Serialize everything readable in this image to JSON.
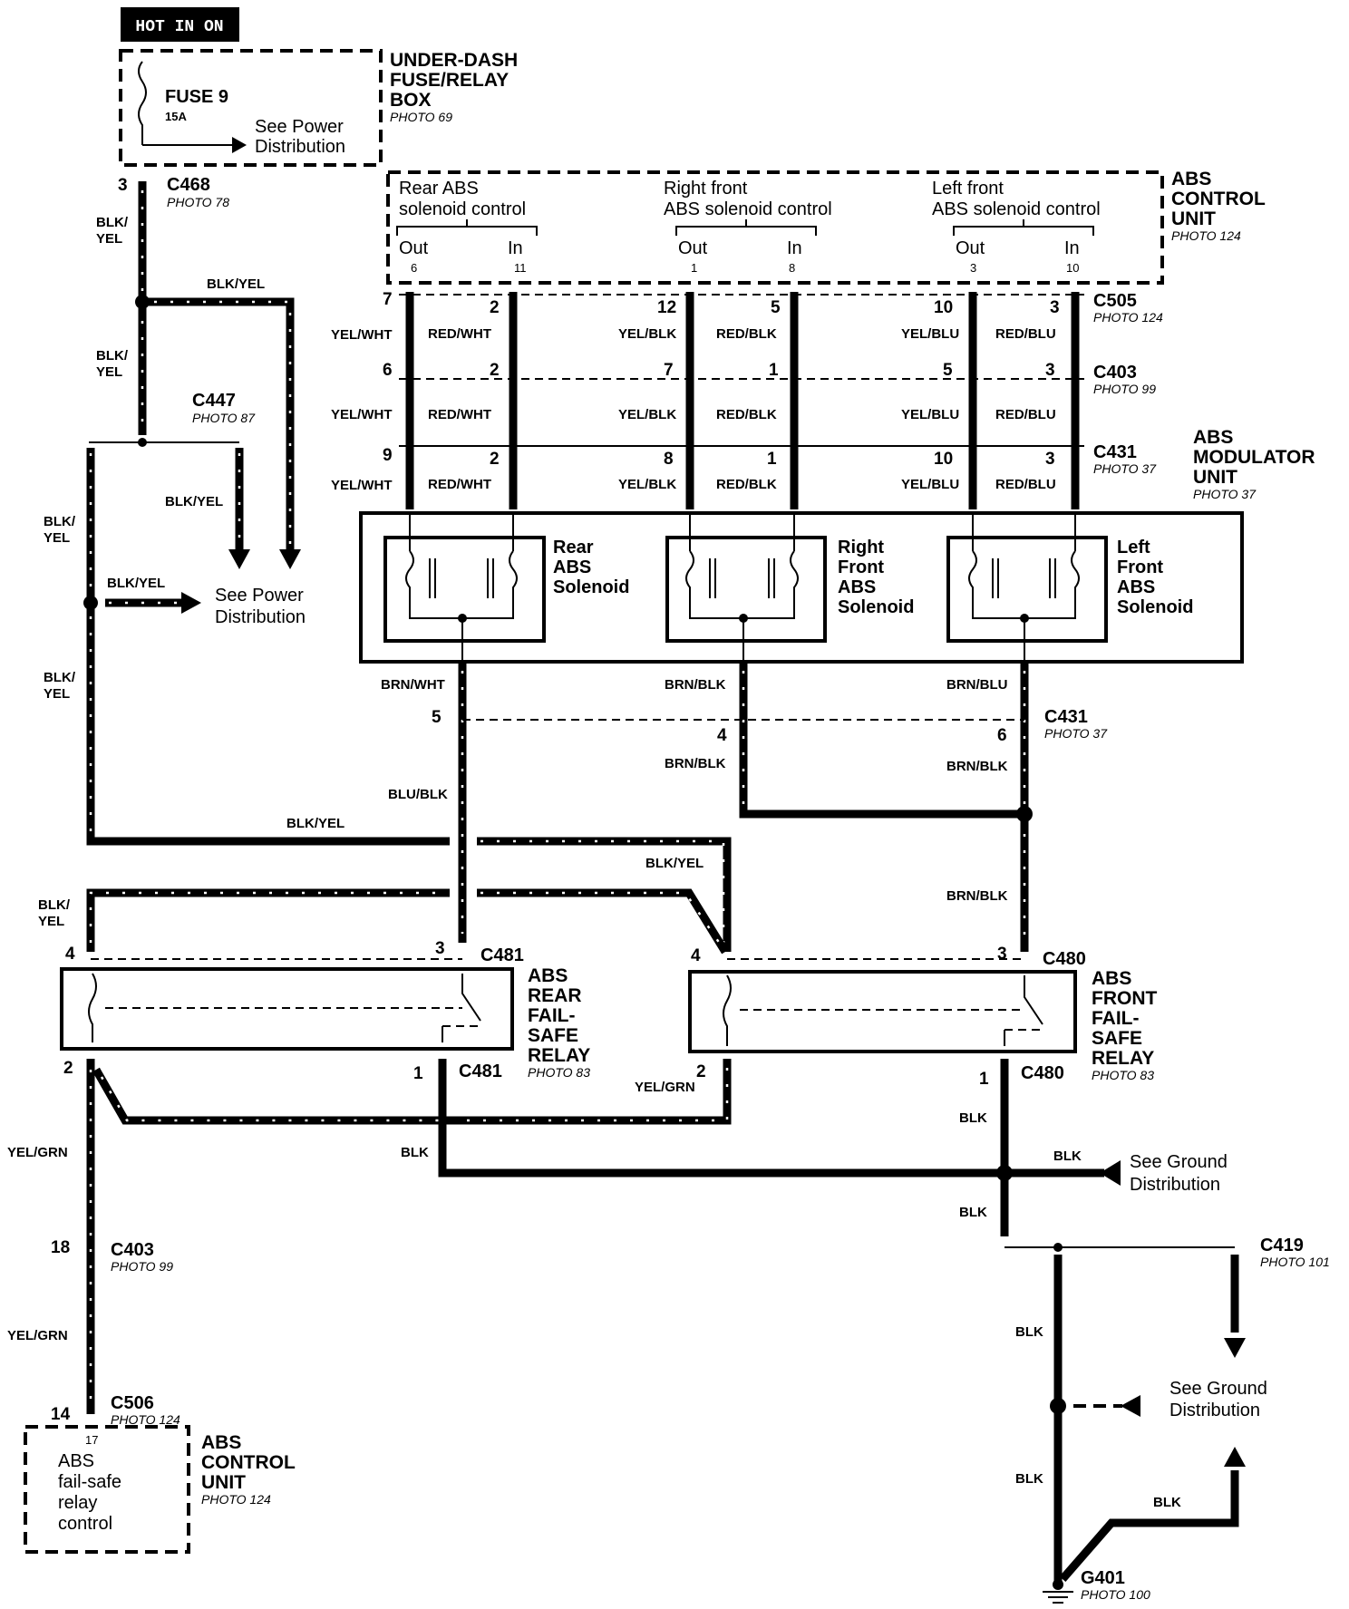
{
  "hot_label": "HOT IN ON",
  "fuse_box": {
    "name": "UNDER-DASH FUSE/RELAY BOX",
    "line1": "UNDER-DASH",
    "line2": "FUSE/RELAY",
    "line3": "BOX",
    "photo": "PHOTO 69",
    "fuse": "FUSE 9",
    "rating": "15A",
    "see_power_1": "See Power",
    "see_power_2": "Distribution"
  },
  "connectors": {
    "c468": {
      "name": "C468",
      "photo": "PHOTO 78",
      "pin": "3"
    },
    "c447": {
      "name": "C447",
      "photo": "PHOTO 87"
    },
    "c505": {
      "name": "C505",
      "photo": "PHOTO 124"
    },
    "c403_top": {
      "name": "C403",
      "photo": "PHOTO 99"
    },
    "c431_top": {
      "name": "C431",
      "photo": "PHOTO 37"
    },
    "c431_mid": {
      "name": "C431",
      "photo": "PHOTO 37"
    },
    "c481_top": {
      "name": "C481"
    },
    "c481_bot": {
      "name": "C481"
    },
    "c480_top": {
      "name": "C480"
    },
    "c480_bot": {
      "name": "C480"
    },
    "c403_bot": {
      "name": "C403",
      "photo": "PHOTO 99",
      "pin": "18"
    },
    "c506": {
      "name": "C506",
      "photo": "PHOTO 124",
      "pin": "14"
    },
    "c419": {
      "name": "C419",
      "photo": "PHOTO 101"
    },
    "g401": {
      "name": "G401",
      "photo": "PHOTO 100"
    }
  },
  "abs_control_top": {
    "line1": "ABS",
    "line2": "CONTROL",
    "line3": "UNIT",
    "photo": "PHOTO 124",
    "groups": [
      {
        "title1": "Rear ABS",
        "title2": "solenoid control",
        "out": "Out",
        "in": "In",
        "out_pin": "6",
        "in_pin": "11"
      },
      {
        "title1": "Right  front",
        "title2": "ABS solenoid control",
        "out": "Out",
        "in": "In",
        "out_pin": "1",
        "in_pin": "8"
      },
      {
        "title1": "Left  front",
        "title2": "ABS solenoid control",
        "out": "Out",
        "in": "In",
        "out_pin": "3",
        "in_pin": "10"
      }
    ]
  },
  "modulator": {
    "line1": "ABS",
    "line2": "MODULATOR",
    "line3": "UNIT",
    "photo": "PHOTO 37",
    "solenoids": [
      {
        "l1": "Rear",
        "l2": "ABS",
        "l3": "Solenoid",
        "l4": ""
      },
      {
        "l1": "Right",
        "l2": "Front",
        "l3": "ABS",
        "l4": "Solenoid"
      },
      {
        "l1": "Left",
        "l2": "Front",
        "l3": "ABS",
        "l4": "Solenoid"
      }
    ]
  },
  "pins": {
    "c505": [
      "7",
      "2",
      "12",
      "5",
      "10",
      "3"
    ],
    "c403": [
      "6",
      "2",
      "7",
      "1",
      "5",
      "3"
    ],
    "c431": [
      "9",
      "2",
      "8",
      "1",
      "10",
      "3"
    ],
    "c431_mid": [
      "5",
      "4",
      "6"
    ],
    "rear_relay": [
      "4",
      "3",
      "2",
      "1"
    ],
    "front_relay": [
      "4",
      "3",
      "2",
      "1"
    ]
  },
  "wires": {
    "blk_yel": "BLK/YEL",
    "blk_slash": "BLK/",
    "yel": "YEL",
    "yel_wht": "YEL/WHT",
    "red_wht": "RED/WHT",
    "yel_blk": "YEL/BLK",
    "red_blk": "RED/BLK",
    "yel_blu": "YEL/BLU",
    "red_blu": "RED/BLU",
    "brn_wht": "BRN/WHT",
    "brn_blk": "BRN/BLK",
    "brn_blu": "BRN/BLU",
    "blu_blk": "BLU/BLK",
    "yel_grn": "YEL/GRN",
    "blk": "BLK"
  },
  "see_power_mid_1": "See Power",
  "see_power_mid_2": "Distribution",
  "see_ground_1": "See Ground",
  "see_ground_2": "Distribution",
  "rear_relay": {
    "l1": "ABS",
    "l2": "REAR",
    "l3": "FAIL-",
    "l4": "SAFE",
    "l5": "RELAY",
    "photo": "PHOTO 83"
  },
  "front_relay": {
    "l1": "ABS",
    "l2": "FRONT",
    "l3": "FAIL-",
    "l4": "SAFE",
    "l5": "RELAY",
    "photo": "PHOTO 83"
  },
  "abs_control_bottom": {
    "line1": "ABS",
    "line2": "CONTROL",
    "line3": "UNIT",
    "photo": "PHOTO 124",
    "pin": "17",
    "t1": "ABS",
    "t2": "fail-safe",
    "t3": "relay",
    "t4": "control"
  }
}
